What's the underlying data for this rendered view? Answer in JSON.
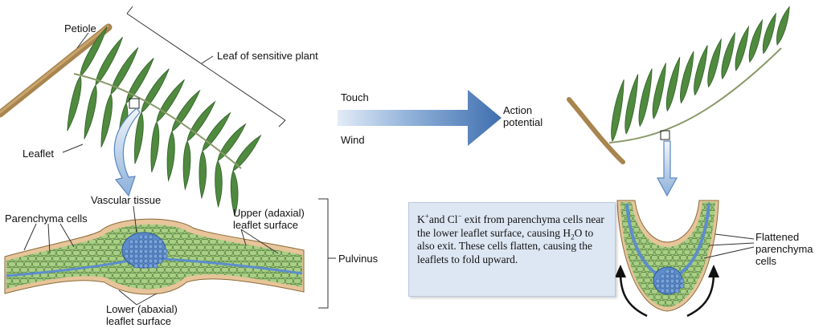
{
  "labels": {
    "petiole": "Petiole",
    "leaf_of_sensitive_plant": "Leaf of sensitive plant",
    "leaflet": "Leaflet",
    "touch": "Touch",
    "wind": "Wind",
    "action_potential_line1": "Action",
    "action_potential_line2": "potential",
    "vascular_tissue": "Vascular tissue",
    "parenchyma_cells": "Parenchyma cells",
    "upper_surface_line1": "Upper (adaxial)",
    "upper_surface_line2": "leaflet surface",
    "pulvinus": "Pulvinus",
    "lower_surface_line1": "Lower (abaxial)",
    "lower_surface_line2": "leaflet surface",
    "flattened_line1": "Flattened",
    "flattened_line2": "parenchyma",
    "flattened_line3": "cells"
  },
  "note": {
    "k": "K",
    "plus": "+",
    "and": "and Cl",
    "minus": "−",
    "rest1": " exit from parenchyma cells near the lower leaflet surface, causing H",
    "sub2": "2",
    "rest2": "O to also exit. These cells flatten, causing the leaflets to fold upward."
  },
  "colors": {
    "leaflet_green": "#4f8a3e",
    "leaflet_dark": "#2f5e25",
    "stem_brown": "#a8844f",
    "arrow_blue": "#5b87c0",
    "parenchyma_green": "#a9cf85",
    "cell_outline": "#4f7a3a",
    "epidermis_tan": "#e7c49a",
    "vascular_blue": "#5d8dcc",
    "note_bg": "#dde7f3"
  }
}
